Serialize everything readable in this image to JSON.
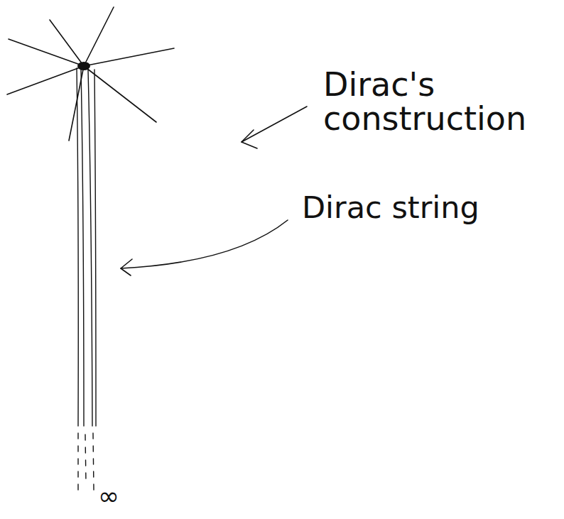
{
  "diagram": {
    "labels": [
      "Dirac's construction",
      "Dirac string",
      "∞"
    ]
  }
}
